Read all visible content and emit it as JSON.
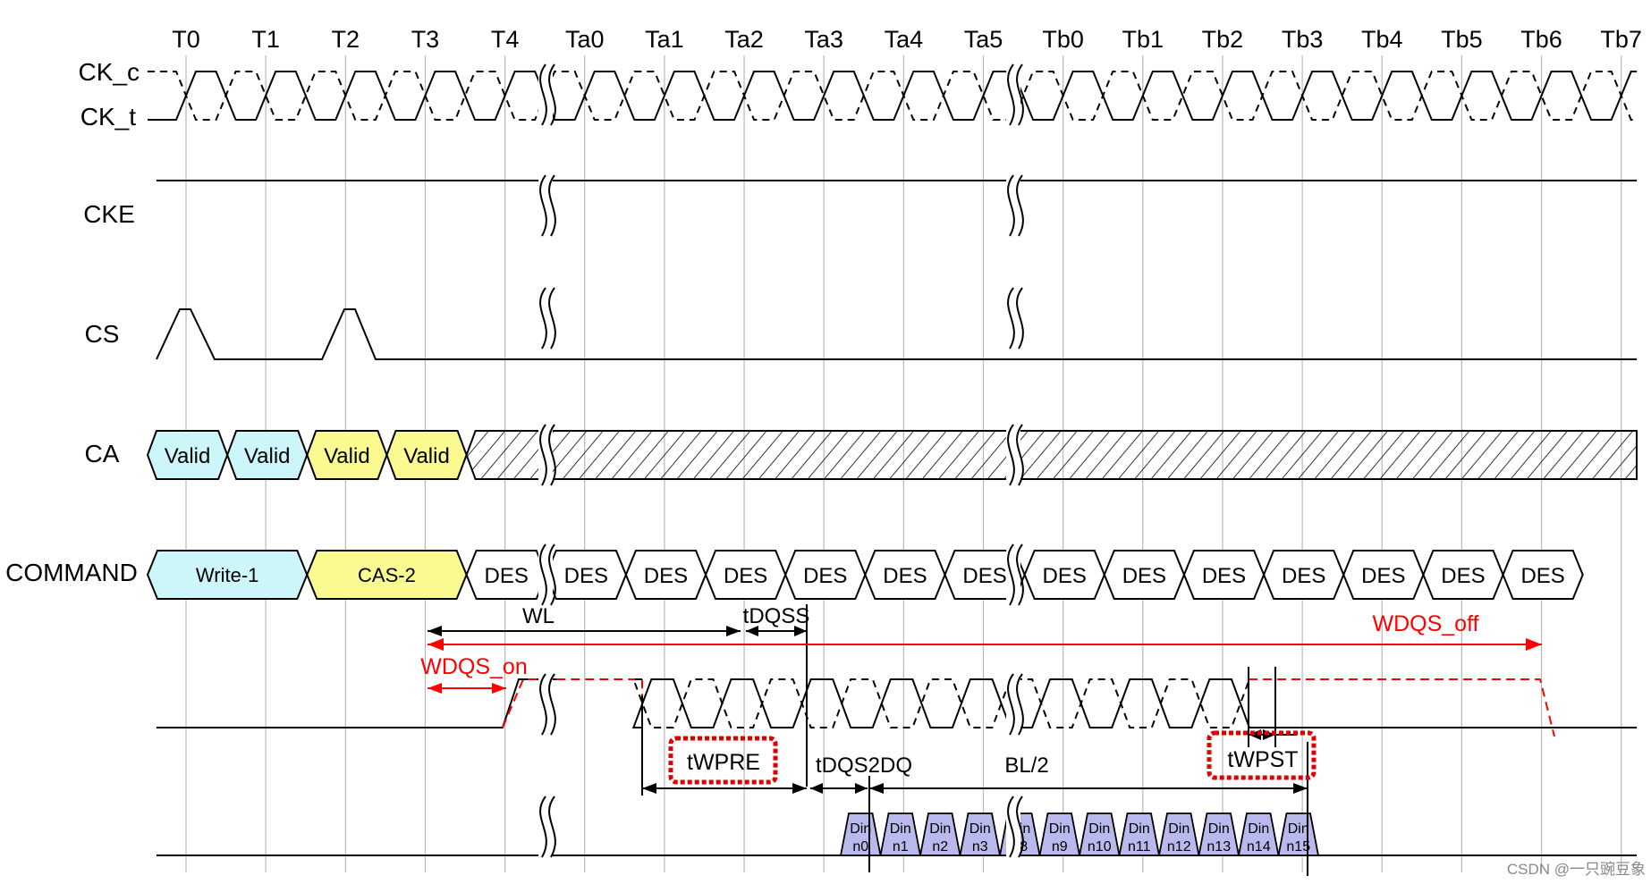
{
  "time_labels": [
    "T0",
    "T1",
    "T2",
    "T3",
    "T4",
    "Ta0",
    "Ta1",
    "Ta2",
    "Ta3",
    "Ta4",
    "Ta5",
    "Tb0",
    "Tb1",
    "Tb2",
    "Tb3",
    "Tb4",
    "Tb5",
    "Tb6",
    "Tb7"
  ],
  "signals": {
    "ck_c": "CK_c",
    "ck_t": "CK_t",
    "cke": "CKE",
    "cs": "CS",
    "ca": "CA",
    "command": "COMMAND"
  },
  "ca_cells": [
    {
      "text": "Valid",
      "color": "#cdf6fb"
    },
    {
      "text": "Valid",
      "color": "#cdf6fb"
    },
    {
      "text": "Valid",
      "color": "#fafa90"
    },
    {
      "text": "Valid",
      "color": "#fafa90"
    }
  ],
  "command_cells": [
    {
      "text": "Write-1",
      "color": "#cdf6fb"
    },
    {
      "text": "CAS-2",
      "color": "#fafa90"
    }
  ],
  "des_label": "DES",
  "annotations": {
    "wl": "WL",
    "tdqss": "tDQSS",
    "wdqs_off": "WDQS_off",
    "wdqs_on": "WDQS_on",
    "twpre": "tWPRE",
    "tdqs2dq": "tDQS2DQ",
    "bl2": "BL/2",
    "twpst": "tWPST"
  },
  "din_prefix": "Din",
  "din_labels": [
    "n0",
    "n1",
    "n2",
    "n3",
    "n8",
    "n9",
    "n10",
    "n11",
    "n12",
    "n13",
    "n14",
    "n15"
  ],
  "colors": {
    "din_fill": "#b9b9ee",
    "highlight": "#e00000",
    "annotation": "#ff0000"
  },
  "watermark": "CSDN @一只豌豆象"
}
